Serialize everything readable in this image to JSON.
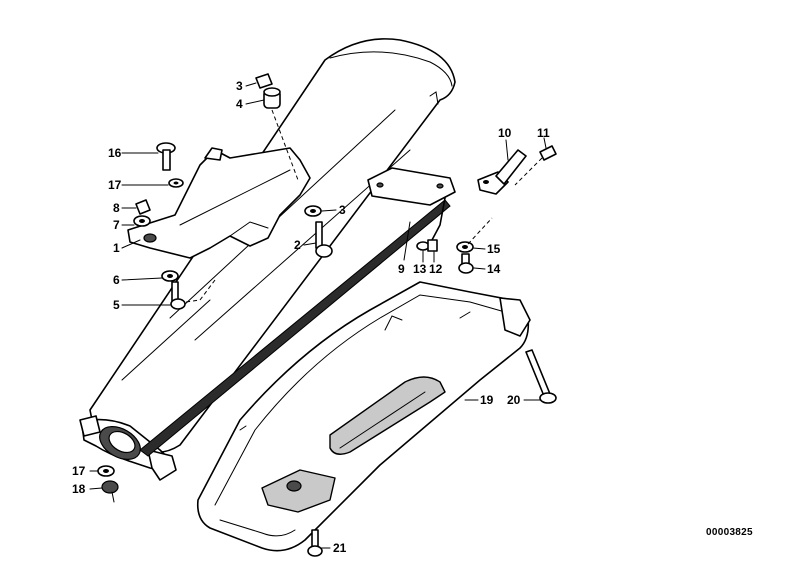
{
  "diagram": {
    "parts": [
      {
        "number": "1"
      },
      {
        "number": "2"
      },
      {
        "number": "3"
      },
      {
        "number": "3"
      },
      {
        "number": "4"
      },
      {
        "number": "5"
      },
      {
        "number": "6"
      },
      {
        "number": "7"
      },
      {
        "number": "8"
      },
      {
        "number": "9"
      },
      {
        "number": "10"
      },
      {
        "number": "11"
      },
      {
        "number": "12"
      },
      {
        "number": "13"
      },
      {
        "number": "14"
      },
      {
        "number": "15"
      },
      {
        "number": "16"
      },
      {
        "number": "17"
      },
      {
        "number": "17"
      },
      {
        "number": "18"
      },
      {
        "number": "19"
      },
      {
        "number": "20"
      },
      {
        "number": "21"
      }
    ],
    "reference_code": "00003825"
  }
}
